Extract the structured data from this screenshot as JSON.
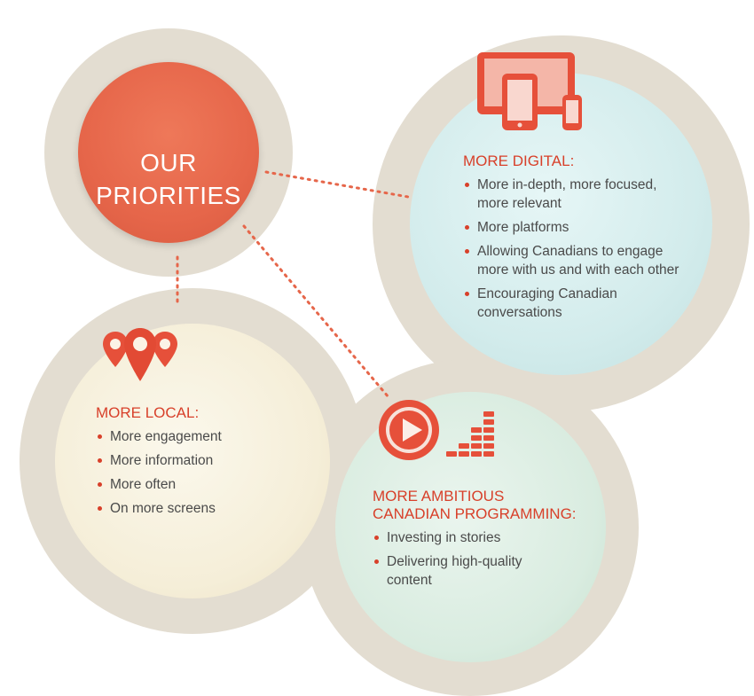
{
  "center": {
    "title_lines": [
      "OUR",
      "PRIORITIES"
    ]
  },
  "digital": {
    "title": "MORE DIGITAL:",
    "icon": "devices-icon",
    "items": [
      {
        "lines": [
          "More in-depth, more focused,",
          "more relevant"
        ]
      },
      {
        "lines": [
          "More platforms"
        ]
      },
      {
        "lines": [
          "Allowing Canadians to engage",
          "more with us and with each other"
        ]
      },
      {
        "lines": [
          "Encouraging Canadian",
          "conversations"
        ]
      }
    ]
  },
  "local": {
    "title": "MORE LOCAL:",
    "icon": "map-pins-icon",
    "items": [
      {
        "lines": [
          "More engagement"
        ]
      },
      {
        "lines": [
          "More information"
        ]
      },
      {
        "lines": [
          "More often"
        ]
      },
      {
        "lines": [
          "On more screens"
        ]
      }
    ]
  },
  "programming": {
    "title_lines": [
      "MORE AMBITIOUS",
      "CANADIAN PROGRAMMING:"
    ],
    "icon": "play-equalizer-icon",
    "items": [
      {
        "lines": [
          "Investing in stories"
        ]
      },
      {
        "lines": [
          "Delivering high-quality",
          "content"
        ]
      }
    ]
  },
  "colors": {
    "accent_red": "#d8402a",
    "center_fill": "#e6664a",
    "ring": "#e3ddd1",
    "digital_fill": "#d3ecec",
    "local_fill": "#f5eed8",
    "programming_fill": "#d9ece0"
  }
}
